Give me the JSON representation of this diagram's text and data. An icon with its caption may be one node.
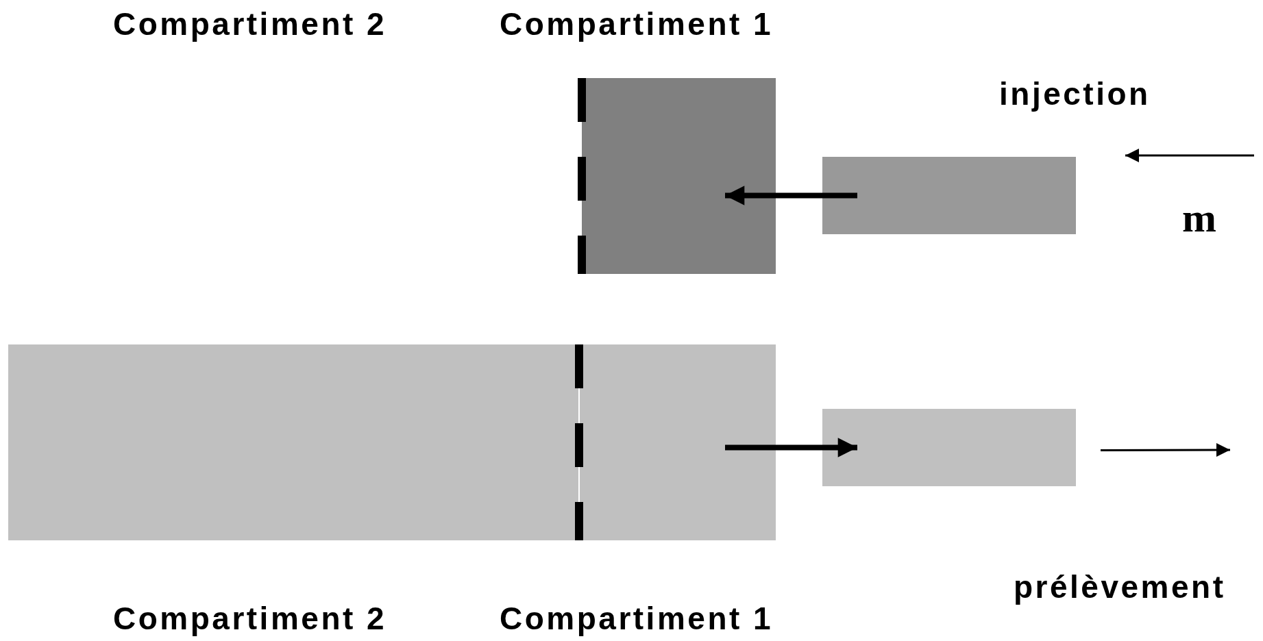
{
  "diagram": {
    "nodes": [
      {
        "text": [],
        "shape": "box"
      },
      {
        "text": [],
        "shape": "box"
      },
      {
        "text": [],
        "shape": "box"
      },
      {
        "text": [],
        "shape": "box"
      }
    ],
    "edges": [
      {
        "from": 1,
        "to": 0,
        "arrow": "to",
        "style": "thick"
      },
      {
        "from": null,
        "to": 1,
        "arrow": "to"
      },
      {
        "from": 2,
        "to": 3,
        "arrow": "to",
        "style": "thick"
      },
      {
        "from": 3,
        "to": null,
        "arrow": "to"
      }
    ],
    "labels": [
      "Compartiment 2",
      "Compartiment 1",
      "injection",
      "m",
      "Compartiment 2",
      "Compartiment 1",
      "prélèvement"
    ]
  }
}
